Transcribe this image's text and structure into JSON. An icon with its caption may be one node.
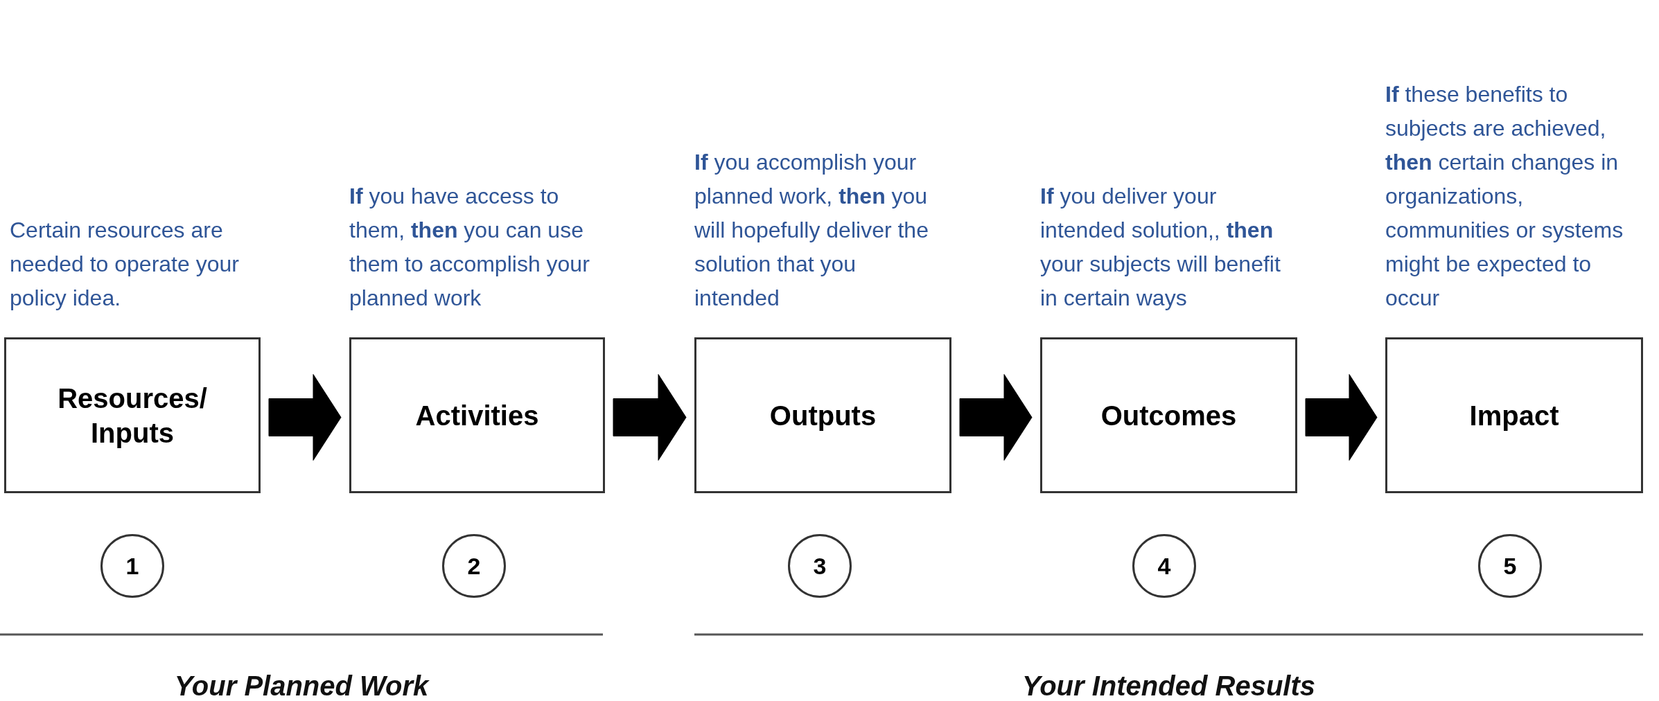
{
  "diagram": {
    "nodes": [
      {
        "text": [
          "Resources/ Inputs"
        ],
        "beside": [
          "Certain resources are  needed to operate your policy idea."
        ]
      },
      {
        "text": [
          "Activities"
        ],
        "beside": [
          "**If** you have access to them, **then** you can use them to accomplish your planned work"
        ]
      },
      {
        "text": [
          "Outputs"
        ],
        "beside": [
          "**If** you accomplish your planned work, **then** you will hopefully deliver the solution that you intended"
        ]
      },
      {
        "text": [
          "Outcomes"
        ],
        "beside": [
          "**If** you deliver your intended solution,, **then** your subjects will benefit in certain ways"
        ]
      },
      {
        "text": [
          "Impact"
        ],
        "beside": [
          "**If** these benefits to subjects are achieved, **then** certain changes in organizations, communities or systems might be expected to occur"
        ]
      },
      {
        "text": [
          "1"
        ]
      },
      {
        "text": [
          "2"
        ]
      },
      {
        "text": [
          "3"
        ]
      },
      {
        "text": [
          "4"
        ]
      },
      {
        "text": [
          "5"
        ]
      }
    ],
    "edges": [
      {
        "from": 0,
        "to": 1,
        "arrow": "to"
      },
      {
        "from": 1,
        "to": 2,
        "arrow": "to"
      },
      {
        "from": 2,
        "to": 3,
        "arrow": "to"
      },
      {
        "from": 3,
        "to": 4,
        "arrow": "to"
      }
    ],
    "labels": [
      "Your Planned Work",
      "Your Intended Results"
    ]
  }
}
